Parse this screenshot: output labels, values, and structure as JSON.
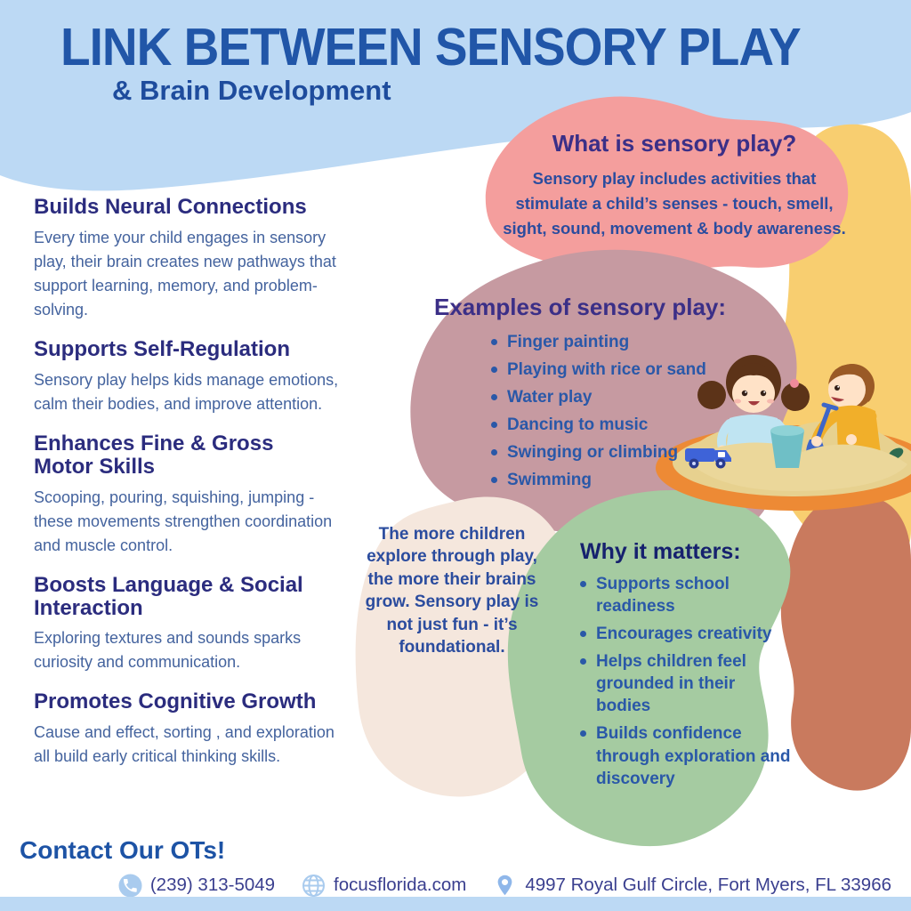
{
  "header": {
    "title": "LINK BETWEEN SENSORY PLAY",
    "subtitle": "& Brain Development"
  },
  "left_sections": [
    {
      "heading": "Builds Neural Connections",
      "body": "Every time your child engages in sensory play, their brain creates new pathways that support learning, memory, and problem-solving."
    },
    {
      "heading": "Supports Self-Regulation",
      "body": "Sensory play helps kids manage emotions, calm their bodies, and improve attention."
    },
    {
      "heading": "Enhances Fine & Gross Motor Skills",
      "body": "Scooping, pouring, squishing, jumping - these movements strengthen coordination and muscle control."
    },
    {
      "heading": "Boosts Language & Social Interaction",
      "body": "Exploring textures and sounds sparks curiosity and communication."
    },
    {
      "heading": "Promotes Cognitive Growth",
      "body": "Cause and effect, sorting , and exploration all build early critical thinking skills."
    }
  ],
  "what_is": {
    "heading": "What is sensory play?",
    "body": "Sensory play includes activities that stimulate a child’s senses - touch, smell, sight, sound, movement & body awareness."
  },
  "examples": {
    "heading": "Examples of sensory play:",
    "items": [
      "Finger painting",
      "Playing with rice or sand",
      "Water play",
      "Dancing to music",
      "Swinging or climbing",
      "Swimming"
    ]
  },
  "quote": {
    "text": "The more children explore through play, the more their brains grow. Sensory play is not just fun - it’s foundational."
  },
  "why": {
    "heading": "Why it matters:",
    "items": [
      "Supports school readiness",
      "Encourages creativity",
      "Helps children feel grounded in their bodies",
      "Builds confidence through exploration and discovery"
    ]
  },
  "footer": {
    "heading": "Contact Our OTs!",
    "phone": "(239) 313-5049",
    "website": "focusflorida.com",
    "address": "4997 Royal Gulf Circle, Fort Myers, FL 33966",
    "icons": [
      "phone-icon",
      "globe-icon",
      "pin-icon"
    ]
  },
  "illustration": {
    "description": "Two children playing in an oval sandbox with sand, a teal bucket, a blue toy truck and a blue shovel"
  },
  "colors": {
    "header_blue": "#BCD9F4",
    "title_blue": "#2156A8",
    "heading_indigo": "#2B2C7E",
    "body_blue": "#44639E",
    "bullet_blue": "#2A58A8",
    "pink_blob": "#F49E9D",
    "yellow_blob": "#F8CE70",
    "mauve_blob": "#C69AA1",
    "cream_blob": "#F5E7DD",
    "green_blob": "#A5CBA1",
    "terracotta_blob": "#C97A5E",
    "sandbox_rim": "#ED8A35",
    "sand": "#E7D18F"
  }
}
